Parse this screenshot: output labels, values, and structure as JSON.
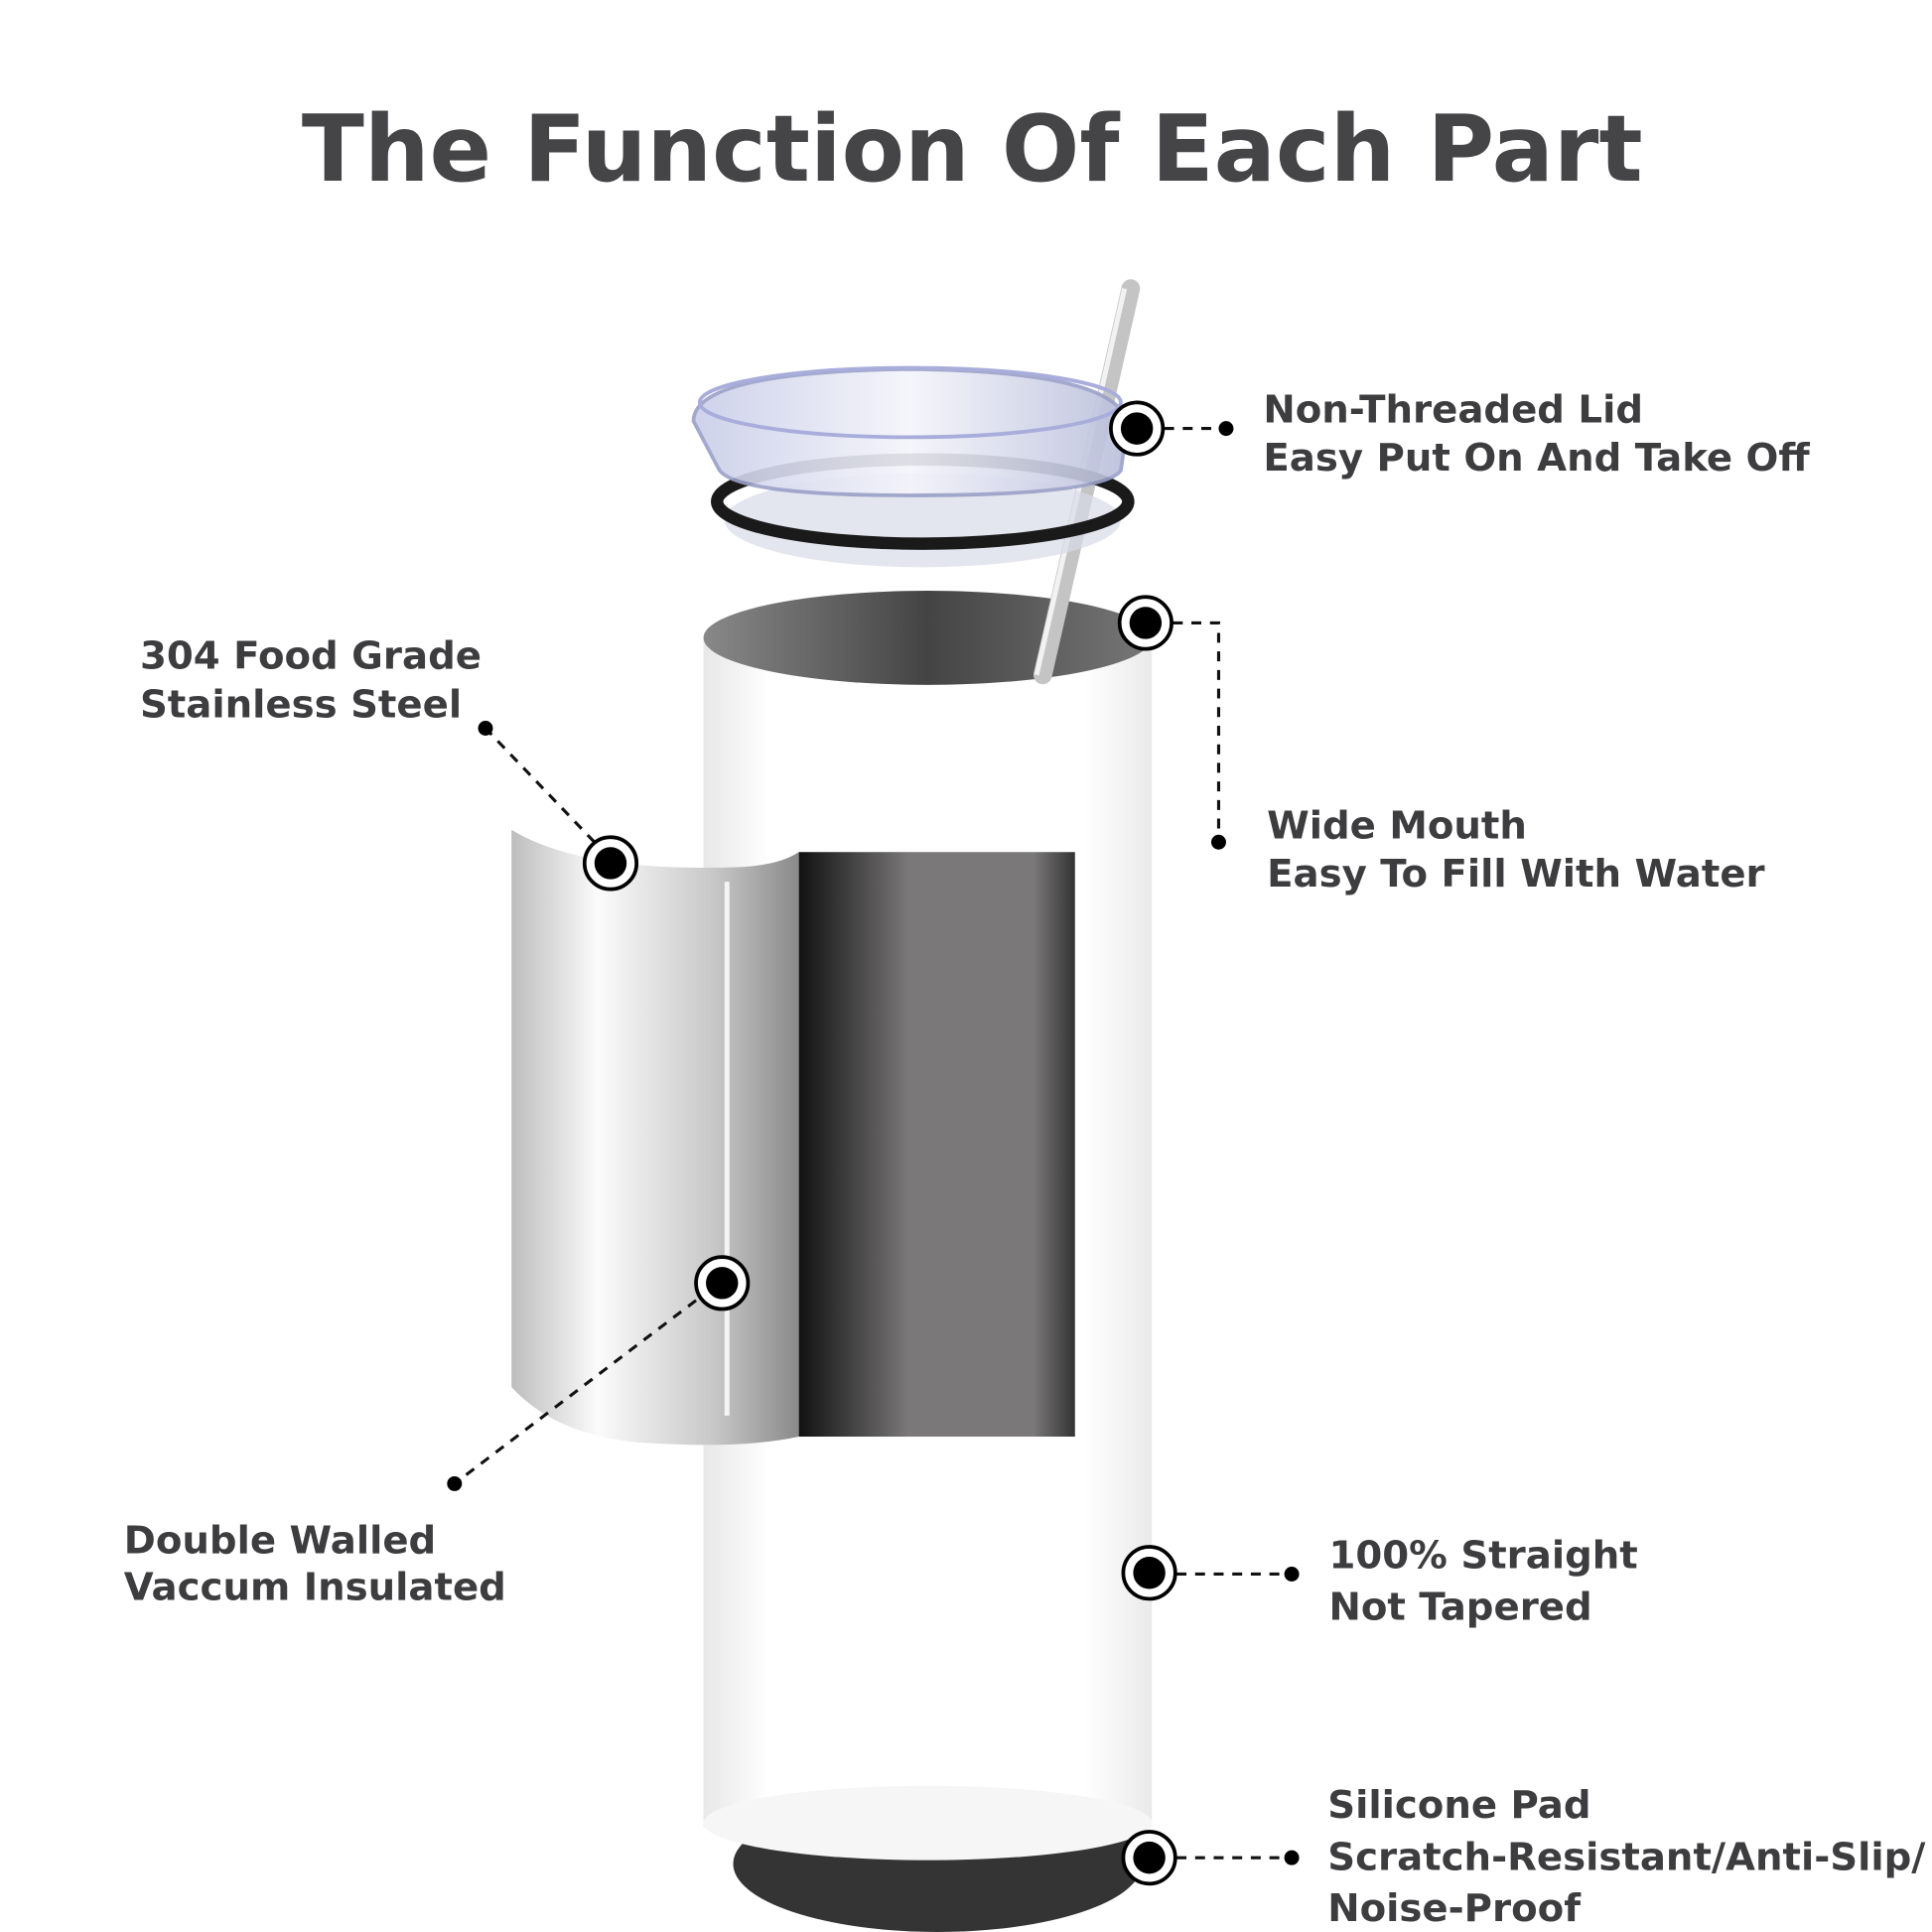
{
  "title": "The Function Of Each Part",
  "callouts": {
    "lid": {
      "line1": "Non-Threaded Lid",
      "line2": "Easy Put On And Take Off"
    },
    "mouth": {
      "line1": "Wide Mouth",
      "line2": "Easy To Fill With Water"
    },
    "steel": {
      "line1": "304 Food Grade",
      "line2": "Stainless Steel"
    },
    "wall": {
      "line1": "Double Walled",
      "line2": "Vaccum Insulated"
    },
    "straight": {
      "line1": "100% Straight",
      "line2": "Not Tapered"
    },
    "pad": {
      "line1": "Silicone Pad",
      "line2": "Scratch-Resistant/Anti-Slip/",
      "line3": "Noise-Proof"
    }
  },
  "colors": {
    "text": "#3d3d3f",
    "marker": "#000000"
  }
}
